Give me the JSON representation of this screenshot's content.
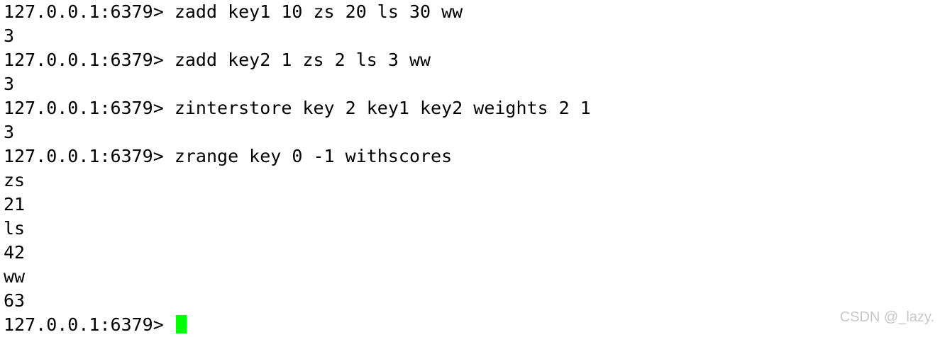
{
  "terminal": {
    "lines": [
      {
        "prompt": "127.0.0.1:6379> ",
        "text": "zadd key1 10 zs 20 ls 30 ww"
      },
      {
        "prompt": "",
        "text": "3"
      },
      {
        "prompt": "127.0.0.1:6379> ",
        "text": "zadd key2 1 zs 2 ls 3 ww"
      },
      {
        "prompt": "",
        "text": "3"
      },
      {
        "prompt": "127.0.0.1:6379> ",
        "text": "zinterstore key 2 key1 key2 weights 2 1"
      },
      {
        "prompt": "",
        "text": "3"
      },
      {
        "prompt": "127.0.0.1:6379> ",
        "text": "zrange key 0 -1 withscores"
      },
      {
        "prompt": "",
        "text": "zs"
      },
      {
        "prompt": "",
        "text": "21"
      },
      {
        "prompt": "",
        "text": "ls"
      },
      {
        "prompt": "",
        "text": "42"
      },
      {
        "prompt": "",
        "text": "ww"
      },
      {
        "prompt": "",
        "text": "63"
      }
    ],
    "current_prompt": "127.0.0.1:6379> ",
    "cursor_color": "#00ff00"
  },
  "watermark": {
    "text": "CSDN @_lazy."
  }
}
